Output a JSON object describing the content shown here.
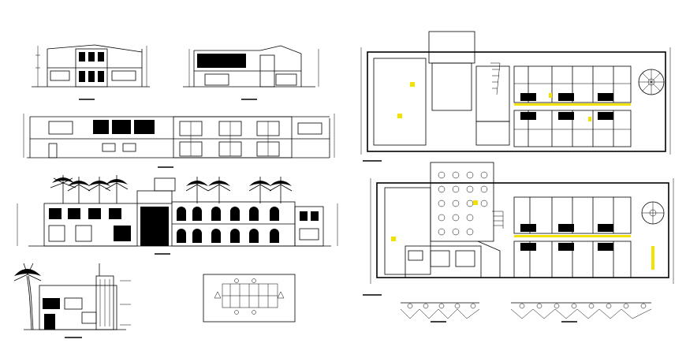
{
  "sheet": {
    "background": "#ffffff",
    "line_color": "#000000",
    "highlight_color": "#f2e200"
  },
  "drawings": [
    {
      "id": "section-a",
      "kind": "section"
    },
    {
      "id": "section-b",
      "kind": "section"
    },
    {
      "id": "long-section",
      "kind": "section"
    },
    {
      "id": "main-elevation",
      "kind": "elevation"
    },
    {
      "id": "side-elevation",
      "kind": "elevation"
    },
    {
      "id": "key-plan",
      "kind": "plan"
    },
    {
      "id": "upper-floor-plan",
      "kind": "plan"
    },
    {
      "id": "ground-floor-plan",
      "kind": "plan"
    }
  ]
}
